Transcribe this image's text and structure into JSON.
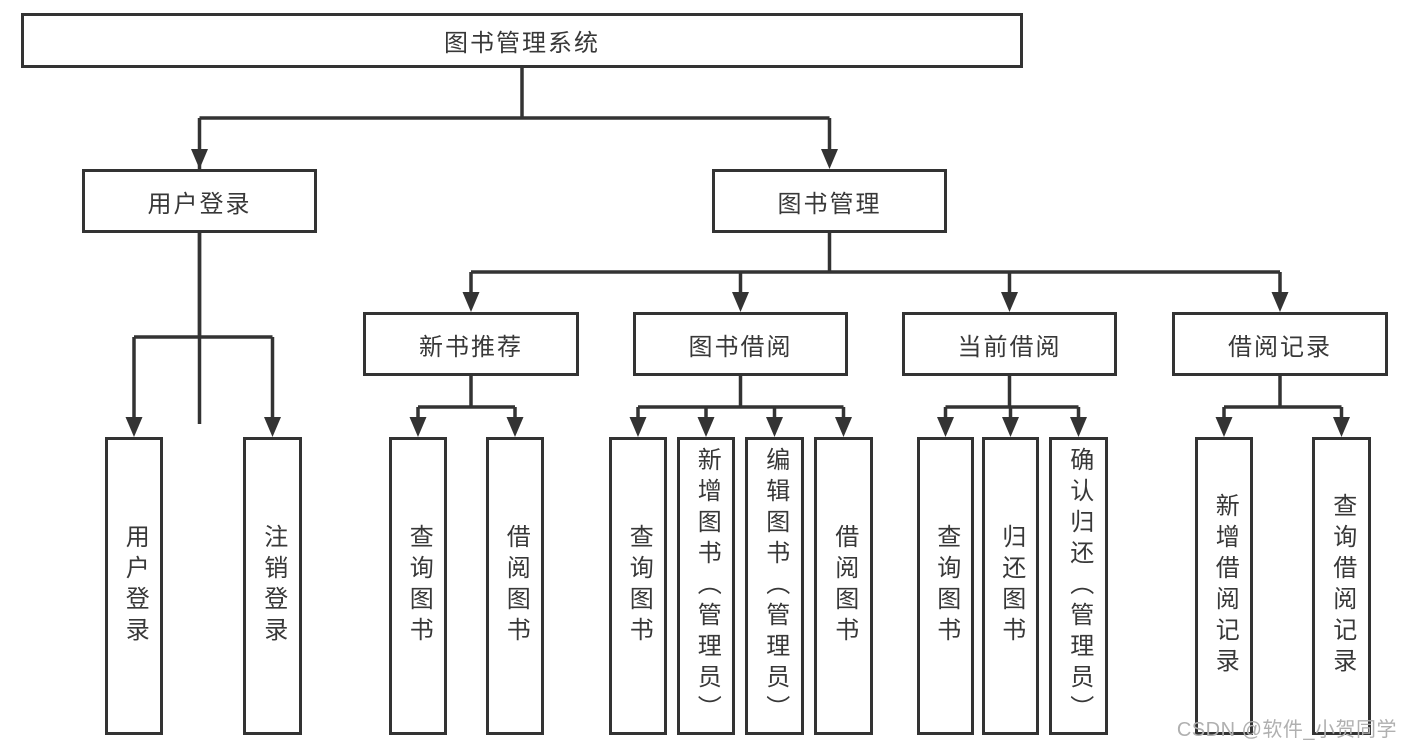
{
  "diagram": {
    "root": "图书管理系统",
    "level2": [
      "用户登录",
      "图书管理"
    ],
    "level3": [
      "新书推荐",
      "图书借阅",
      "当前借阅",
      "借阅记录"
    ],
    "leaves": [
      "用户登录",
      "注销登录",
      "查询图书",
      "借阅图书",
      "查询图书",
      "新增图书（管理员）",
      "编辑图书（管理员）",
      "借阅图书",
      "查询图书",
      "归还图书",
      "确认归还（管理员）",
      "新增借阅记录",
      "查询借阅记录"
    ]
  },
  "watermark": "CSDN @软件_小贺同学",
  "colors": {
    "line": "#333333",
    "box_border": "#333333",
    "box_fill": "#ffffff",
    "text": "#383838",
    "watermark": "#b0b0b0"
  }
}
